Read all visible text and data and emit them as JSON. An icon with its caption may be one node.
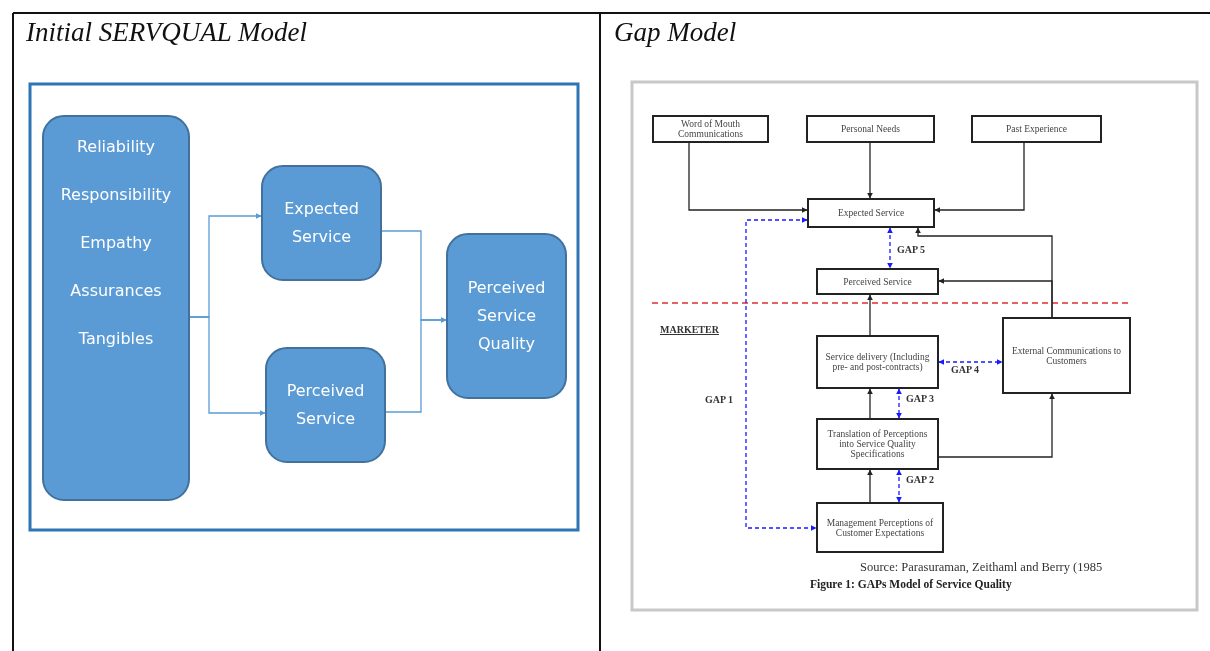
{
  "diagram": {
    "nodes": [
      {
        "text": [
          "Reliability",
          "Responsibility",
          "Empathy",
          "Assurances",
          "Tangibles"
        ]
      },
      {
        "text": [
          "Expected Service"
        ]
      },
      {
        "text": [
          "Perceived Service"
        ]
      },
      {
        "text": [
          "Perceived Service Quality"
        ]
      },
      {
        "text": [
          "Word of Mouth Communications"
        ]
      },
      {
        "text": [
          "Personal Needs"
        ]
      },
      {
        "text": [
          "Past Experience"
        ]
      },
      {
        "text": [
          "Expected Service"
        ]
      },
      {
        "text": [
          "Perceived Service"
        ]
      },
      {
        "text": [
          "Service delivery (Including pre- and post-contracts)"
        ]
      },
      {
        "text": [
          "External Communications to Customers"
        ]
      },
      {
        "text": [
          "Translation of Perceptions into Service Quality Specifications"
        ]
      },
      {
        "text": [
          "Management Perceptions of Customer Expectations"
        ]
      }
    ],
    "edges": [
      {
        "from": 0,
        "to": 1,
        "arrow": "to",
        "color": "#5b9bd5"
      },
      {
        "from": 0,
        "to": 2,
        "arrow": "to",
        "color": "#5b9bd5"
      },
      {
        "from": 1,
        "to": 3,
        "arrow": "to",
        "color": "#5b9bd5"
      },
      {
        "from": 2,
        "to": 3,
        "arrow": "to",
        "color": "#5b9bd5"
      },
      {
        "from": 4,
        "to": 7,
        "arrow": "to"
      },
      {
        "from": 5,
        "to": 7,
        "arrow": "to"
      },
      {
        "from": 6,
        "to": 7,
        "arrow": "to"
      },
      {
        "from": 10,
        "to": 7,
        "arrow": "to"
      },
      {
        "from": 10,
        "to": 8,
        "arrow": "to"
      },
      {
        "from": 9,
        "to": 8,
        "arrow": "to"
      },
      {
        "from": 11,
        "to": 9,
        "arrow": "to"
      },
      {
        "from": 12,
        "to": 11,
        "arrow": "to"
      },
      {
        "from": 11,
        "to": 10,
        "arrow": "to"
      },
      {
        "from": 7,
        "to": 8,
        "arrow": "both",
        "label": "GAP 5",
        "style": "dashed",
        "color": "#1a1aff"
      },
      {
        "from": 9,
        "to": 10,
        "arrow": "both",
        "label": "GAP 4",
        "style": "dashed",
        "color": "#1a1aff"
      },
      {
        "from": 9,
        "to": 11,
        "arrow": "both",
        "label": "GAP 3",
        "style": "dashed",
        "color": "#1a1aff"
      },
      {
        "from": 11,
        "to": 12,
        "arrow": "both",
        "label": "GAP 2",
        "style": "dashed",
        "color": "#1a1aff"
      },
      {
        "from": 7,
        "to": 12,
        "arrow": "both",
        "label": "GAP 1",
        "style": "dashed",
        "color": "#1a1aff"
      }
    ],
    "labels": [
      "Initial SERVQUAL Model",
      "Gap Model",
      "MARKETER",
      "Source: Parasuraman, Zeithaml and Berry (1985",
      "Figure 1: GAPs Model of Service Quality"
    ]
  }
}
